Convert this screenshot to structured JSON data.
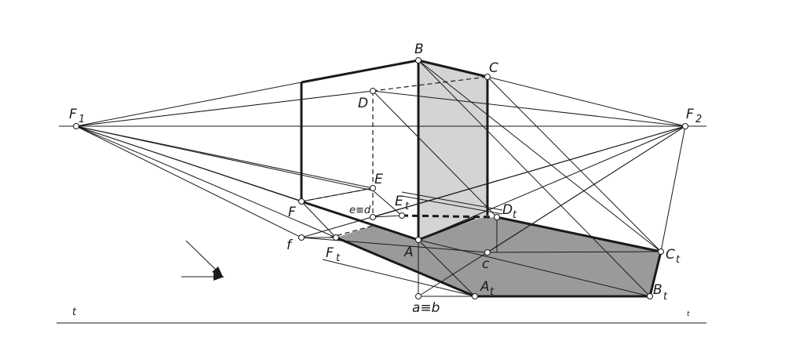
{
  "labels": {
    "F1": "F",
    "F1_sub": "1",
    "F2": "F",
    "F2_sub": "2",
    "B": "B",
    "C": "C",
    "D": "D",
    "E": "E",
    "F": "F",
    "e_d": "e≡d",
    "E1": "E",
    "E1_sub": "t",
    "D1": "D",
    "D1_sub": "t",
    "f": "f",
    "F1t": "F",
    "F1t_sub": "t",
    "A": "A",
    "c": "c",
    "C1": "C",
    "C1_sub": "t",
    "A1": "A",
    "A1_sub": "t",
    "B1": "B",
    "B1_sub": "t",
    "a_b": "a≡b",
    "t_left": "t",
    "t_right": "t"
  },
  "colors": {
    "shadow_dark": "#9a9a9a",
    "shadow_light": "#d4d4d4",
    "line": "#1a1a1a"
  }
}
